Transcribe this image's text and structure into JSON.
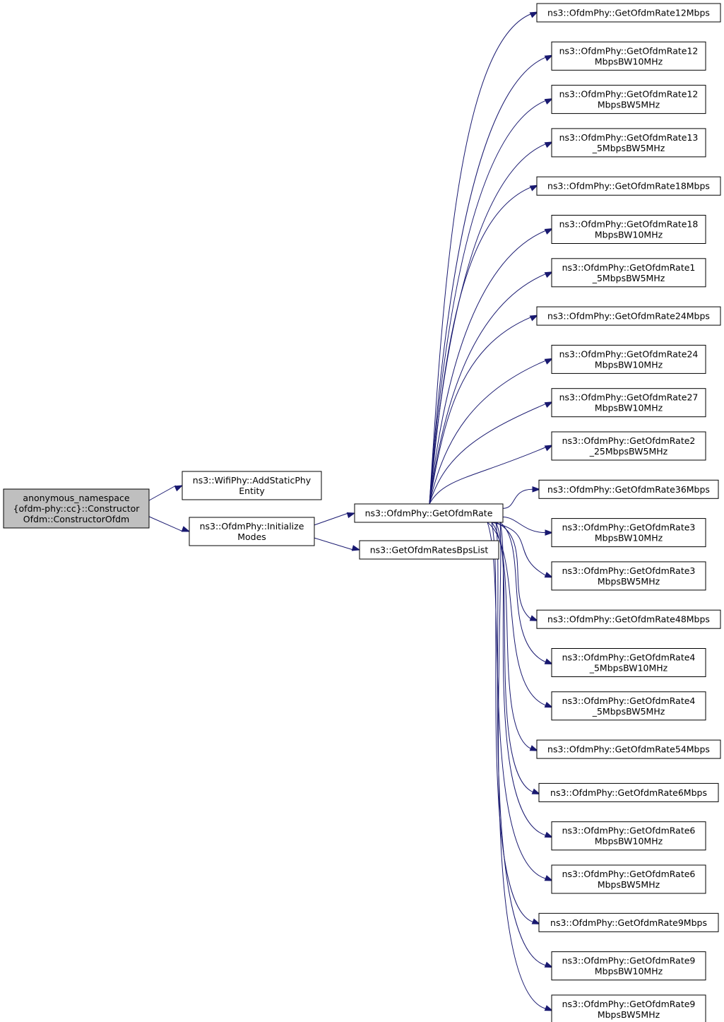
{
  "colors": {
    "edge": "#191970",
    "root_fill": "#bfbfbf",
    "node_fill": "#ffffff",
    "border": "#000000"
  },
  "nodes": {
    "root": [
      "anonymous_namespace",
      "{ofdm-phy::cc}::Constructor",
      "Ofdm::ConstructorOfdm"
    ],
    "add_static_phy_entity": [
      "ns3::WifiPhy::AddStaticPhy",
      "Entity"
    ],
    "initialize_modes": [
      "ns3::OfdmPhy::Initialize",
      "Modes"
    ],
    "get_ofdm_rate": [
      "ns3::OfdmPhy::GetOfdmRate"
    ],
    "get_ofdm_rates_bps_list": [
      "ns3::GetOfdmRatesBpsList"
    ],
    "rate_12mbps": [
      "ns3::OfdmPhy::GetOfdmRate12Mbps"
    ],
    "rate_12mbps_bw10": [
      "ns3::OfdmPhy::GetOfdmRate12",
      "MbpsBW10MHz"
    ],
    "rate_12mbps_bw5": [
      "ns3::OfdmPhy::GetOfdmRate12",
      "MbpsBW5MHz"
    ],
    "rate_13_5mbps_bw5": [
      "ns3::OfdmPhy::GetOfdmRate13",
      "_5MbpsBW5MHz"
    ],
    "rate_18mbps": [
      "ns3::OfdmPhy::GetOfdmRate18Mbps"
    ],
    "rate_18mbps_bw10": [
      "ns3::OfdmPhy::GetOfdmRate18",
      "MbpsBW10MHz"
    ],
    "rate_1_5mbps_bw5": [
      "ns3::OfdmPhy::GetOfdmRate1",
      "_5MbpsBW5MHz"
    ],
    "rate_24mbps": [
      "ns3::OfdmPhy::GetOfdmRate24Mbps"
    ],
    "rate_24mbps_bw10": [
      "ns3::OfdmPhy::GetOfdmRate24",
      "MbpsBW10MHz"
    ],
    "rate_27mbps_bw10": [
      "ns3::OfdmPhy::GetOfdmRate27",
      "MbpsBW10MHz"
    ],
    "rate_2_25mbps_bw5": [
      "ns3::OfdmPhy::GetOfdmRate2",
      "_25MbpsBW5MHz"
    ],
    "rate_36mbps": [
      "ns3::OfdmPhy::GetOfdmRate36Mbps"
    ],
    "rate_3mbps_bw10": [
      "ns3::OfdmPhy::GetOfdmRate3",
      "MbpsBW10MHz"
    ],
    "rate_3mbps_bw5": [
      "ns3::OfdmPhy::GetOfdmRate3",
      "MbpsBW5MHz"
    ],
    "rate_48mbps": [
      "ns3::OfdmPhy::GetOfdmRate48Mbps"
    ],
    "rate_4_5mbps_bw10": [
      "ns3::OfdmPhy::GetOfdmRate4",
      "_5MbpsBW10MHz"
    ],
    "rate_4_5mbps_bw5": [
      "ns3::OfdmPhy::GetOfdmRate4",
      "_5MbpsBW5MHz"
    ],
    "rate_54mbps": [
      "ns3::OfdmPhy::GetOfdmRate54Mbps"
    ],
    "rate_6mbps": [
      "ns3::OfdmPhy::GetOfdmRate6Mbps"
    ],
    "rate_6mbps_bw10": [
      "ns3::OfdmPhy::GetOfdmRate6",
      "MbpsBW10MHz"
    ],
    "rate_6mbps_bw5": [
      "ns3::OfdmPhy::GetOfdmRate6",
      "MbpsBW5MHz"
    ],
    "rate_9mbps": [
      "ns3::OfdmPhy::GetOfdmRate9Mbps"
    ],
    "rate_9mbps_bw10": [
      "ns3::OfdmPhy::GetOfdmRate9",
      "MbpsBW10MHz"
    ],
    "rate_9mbps_bw5": [
      "ns3::OfdmPhy::GetOfdmRate9",
      "MbpsBW5MHz"
    ]
  },
  "edges": [
    [
      "root",
      "add_static_phy_entity"
    ],
    [
      "root",
      "initialize_modes"
    ],
    [
      "initialize_modes",
      "get_ofdm_rate"
    ],
    [
      "initialize_modes",
      "get_ofdm_rates_bps_list"
    ],
    [
      "get_ofdm_rate",
      "rate_12mbps"
    ],
    [
      "get_ofdm_rate",
      "rate_12mbps_bw10"
    ],
    [
      "get_ofdm_rate",
      "rate_12mbps_bw5"
    ],
    [
      "get_ofdm_rate",
      "rate_13_5mbps_bw5"
    ],
    [
      "get_ofdm_rate",
      "rate_18mbps"
    ],
    [
      "get_ofdm_rate",
      "rate_18mbps_bw10"
    ],
    [
      "get_ofdm_rate",
      "rate_1_5mbps_bw5"
    ],
    [
      "get_ofdm_rate",
      "rate_24mbps"
    ],
    [
      "get_ofdm_rate",
      "rate_24mbps_bw10"
    ],
    [
      "get_ofdm_rate",
      "rate_27mbps_bw10"
    ],
    [
      "get_ofdm_rate",
      "rate_2_25mbps_bw5"
    ],
    [
      "get_ofdm_rate",
      "rate_36mbps"
    ],
    [
      "get_ofdm_rate",
      "rate_3mbps_bw10"
    ],
    [
      "get_ofdm_rate",
      "rate_3mbps_bw5"
    ],
    [
      "get_ofdm_rate",
      "rate_48mbps"
    ],
    [
      "get_ofdm_rate",
      "rate_4_5mbps_bw10"
    ],
    [
      "get_ofdm_rate",
      "rate_4_5mbps_bw5"
    ],
    [
      "get_ofdm_rate",
      "rate_54mbps"
    ],
    [
      "get_ofdm_rate",
      "rate_6mbps"
    ],
    [
      "get_ofdm_rate",
      "rate_6mbps_bw10"
    ],
    [
      "get_ofdm_rate",
      "rate_6mbps_bw5"
    ],
    [
      "get_ofdm_rate",
      "rate_9mbps"
    ],
    [
      "get_ofdm_rate",
      "rate_9mbps_bw10"
    ],
    [
      "get_ofdm_rate",
      "rate_9mbps_bw5"
    ]
  ]
}
